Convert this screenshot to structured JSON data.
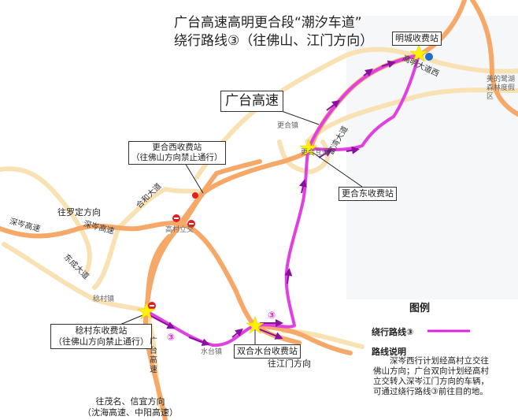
{
  "title": {
    "line1": "广台高速高明更合段“潮汐车道”",
    "line2": "绕行路线③（往佛山、江门方向）"
  },
  "stations": {
    "mingcheng": "明城收费站",
    "genghe_east": "更合东收费站",
    "genghe_west": {
      "line1": "更合西收费站",
      "line2": "（往佛山方向禁止通行）"
    },
    "rencun_east": {
      "line1": "稔村东收费站",
      "line2": "（往佛山方向禁止通行）"
    },
    "shuanghe": "双合水台收费站"
  },
  "callouts": {
    "guangtai": "广台高速"
  },
  "places": {
    "genghe_town": "更合镇",
    "genghe_interchange": "更合互通",
    "gaocun": "高村立交",
    "rencun": "稔村镇",
    "shuitai": "水台镇",
    "resort": "美的鹭湖森林度假区",
    "mingcheng_road": "高明大道西",
    "genghe_ave": "合和大道",
    "dongcheng_ave": "东成大道",
    "shencen1": "深岑高速",
    "shencen2": "深岑高速",
    "guangtai_vertical": "广台高速",
    "road_east": "富湾大道"
  },
  "directions": {
    "luoding": "往罗定方向",
    "jiangmen": "往江门方向",
    "maoming": {
      "line1": "往茂名、信宜方向",
      "line2": "（沈海高速、中阳高速）"
    }
  },
  "route_markers": [
    "③",
    "③",
    "③"
  ],
  "legend": {
    "title": "图例",
    "route_label": "绕行路线③",
    "route_color": "#e020e0",
    "desc_title": "路线说明",
    "desc_text": "深岑西行计划经高村立交往佛山方向；广台双向计划经高村立交转入深岑江门方向的车辆，可通过绕行路线③前往目的地。"
  },
  "colors": {
    "highway": "#f5a868",
    "road": "#f8e2b4",
    "route": "#e040e0",
    "arrow": "#8a10a0",
    "star": "#fff200"
  }
}
